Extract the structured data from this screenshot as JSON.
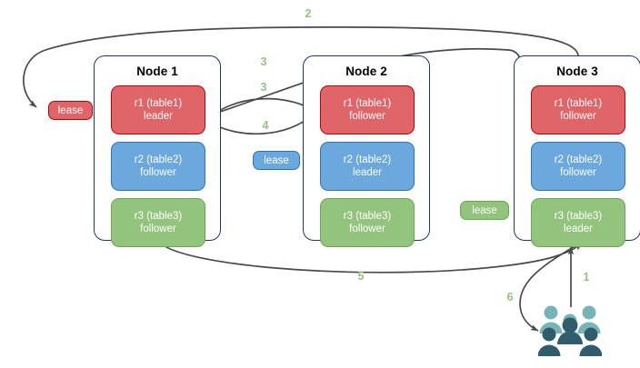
{
  "diagram": {
    "title": "Raft multi-raft lease routing diagram",
    "colors": {
      "red": "#df6568",
      "red_border": "#c00000",
      "blue": "#6aa8dd",
      "blue_border": "#2e75b6",
      "green": "#93c47d",
      "green_border": "#6aa84f",
      "node_border": "#1f3864",
      "arrow": "#4a4a4a",
      "step_label": "#93c47d",
      "users_light": "#76b5b5",
      "users_dark": "#2f5d6b"
    }
  },
  "nodes": [
    {
      "id": "node-1",
      "title": "Node 1",
      "replicas": [
        {
          "id": "n1-r1",
          "name": "r1 (table1)",
          "role": "leader",
          "color": "red"
        },
        {
          "id": "n1-r2",
          "name": "r2 (table2)",
          "role": "follower",
          "color": "blue"
        },
        {
          "id": "n1-r3",
          "name": "r3 (table3)",
          "role": "follower",
          "color": "green"
        }
      ]
    },
    {
      "id": "node-2",
      "title": "Node 2",
      "replicas": [
        {
          "id": "n2-r1",
          "name": "r1 (table1)",
          "role": "follower",
          "color": "red"
        },
        {
          "id": "n2-r2",
          "name": "r2 (table2)",
          "role": "leader",
          "color": "blue"
        },
        {
          "id": "n2-r3",
          "name": "r3 (table3)",
          "role": "follower",
          "color": "green"
        }
      ]
    },
    {
      "id": "node-3",
      "title": "Node 3",
      "replicas": [
        {
          "id": "n3-r1",
          "name": "r1 (table1)",
          "role": "follower",
          "color": "red"
        },
        {
          "id": "n3-r2",
          "name": "r2 (table2)",
          "role": "follower",
          "color": "blue"
        },
        {
          "id": "n3-r3",
          "name": "r3 (table3)",
          "role": "leader",
          "color": "green"
        }
      ]
    }
  ],
  "leases": [
    {
      "id": "lease-r1",
      "label": "lease",
      "color": "red"
    },
    {
      "id": "lease-r2",
      "label": "lease",
      "color": "blue"
    },
    {
      "id": "lease-r3",
      "label": "lease",
      "color": "green"
    }
  ],
  "steps": [
    {
      "id": "step-1",
      "label": "1"
    },
    {
      "id": "step-2",
      "label": "2"
    },
    {
      "id": "step-3a",
      "label": "3"
    },
    {
      "id": "step-3b",
      "label": "3"
    },
    {
      "id": "step-4",
      "label": "4"
    },
    {
      "id": "step-5",
      "label": "5"
    },
    {
      "id": "step-6",
      "label": "6"
    }
  ],
  "actors": {
    "users": {
      "id": "users",
      "icon": "users-icon",
      "label": ""
    }
  }
}
